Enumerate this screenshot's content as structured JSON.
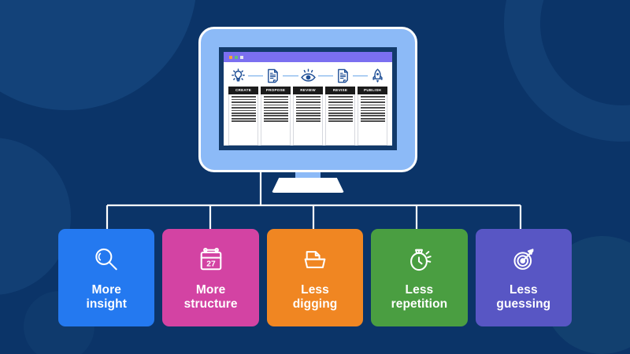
{
  "background": {
    "color": "#0b3468",
    "decor_color": "#134279"
  },
  "monitor": {
    "name": "desktop-monitor",
    "bezel_color": "#8cbaf7",
    "screen_border_color": "#123a6b",
    "browser": {
      "titlebar_color": "#7b6ff0",
      "dots": [
        "orange",
        "green",
        "white"
      ],
      "process_icons": [
        {
          "name": "lightbulb-icon",
          "label": "idea"
        },
        {
          "name": "document-icon",
          "label": "document"
        },
        {
          "name": "eye-icon",
          "label": "review"
        },
        {
          "name": "document-icon",
          "label": "document"
        },
        {
          "name": "rocket-icon",
          "label": "launch"
        }
      ],
      "columns": [
        {
          "header": "CREATE",
          "lines": 10
        },
        {
          "header": "PROPOSE",
          "lines": 10
        },
        {
          "header": "REVIEW",
          "lines": 10
        },
        {
          "header": "REVISE",
          "lines": 10
        },
        {
          "header": "PUBLISH",
          "lines": 10
        }
      ]
    }
  },
  "connector": {
    "color": "#ffffff",
    "branches": 5
  },
  "cards": [
    {
      "id": "more-insight",
      "label": "More\ninsight",
      "color": "#2479f0",
      "icon": "magnifier-icon"
    },
    {
      "id": "more-structure",
      "label": "More\nstructure",
      "color": "#d343a3",
      "icon": "calendar-icon",
      "icon_value": "27"
    },
    {
      "id": "less-digging",
      "label": "Less\ndigging",
      "color": "#f08622",
      "icon": "file-tray-icon"
    },
    {
      "id": "less-repetition",
      "label": "Less\nrepetition",
      "color": "#4a9e41",
      "icon": "stopwatch-icon"
    },
    {
      "id": "less-guessing",
      "label": "Less\nguessing",
      "color": "#5856c4",
      "icon": "target-dart-icon"
    }
  ]
}
